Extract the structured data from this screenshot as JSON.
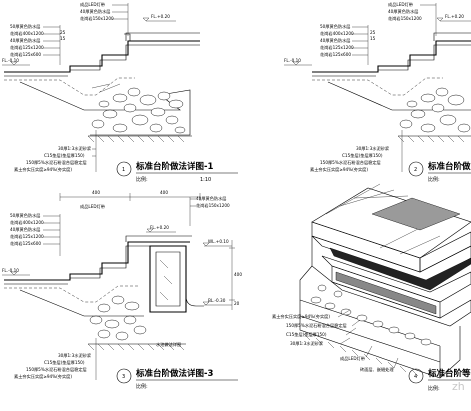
{
  "details": [
    {
      "id": "detail-1",
      "number": "1",
      "title": "标准台阶做法详图-1",
      "scale_label": "比例:",
      "scale_value": "1:10",
      "level_top": "FL.+0.20",
      "level_left": "FL.-0.10",
      "dims": [
        "25",
        "15"
      ],
      "notes_top": [
        "成品LED灯带",
        "40厚黄色防水层",
        "花岗岩150x1200",
        "50厚黄色防水层",
        "花岗岩400x1200",
        "40厚黄色防水层",
        "花岗岩125x1200",
        "花岗岩125x600"
      ],
      "notes_bottom": [
        "30厚1:3水泥砂浆",
        "C15垫层(垫层厚150)",
        "150厚5%水泥石粉混合层稳定层",
        "素土夯实压实度≥94%(夯实度)"
      ]
    },
    {
      "id": "detail-2",
      "number": "2",
      "title": "标准台阶做",
      "scale_label": "比例:",
      "level_top": "FL.+0.20",
      "level_left": "FL.-0.10",
      "dims": [
        "25",
        "15"
      ],
      "notes_top": [
        "成品LED灯带",
        "40厚黄色防水层",
        "花岗岩150x1200",
        "50厚黄色防水层",
        "花岗岩400x1200",
        "40厚黄色防水层",
        "花岗岩125x1200",
        "花岗岩125x600"
      ],
      "notes_bottom": [
        "30厚1:3水泥砂浆",
        "C15垫层(垫层厚150)",
        "150厚5%水泥石粉混合层稳定层",
        "素土夯实压实度≥94%(夯实度)"
      ]
    },
    {
      "id": "detail-3",
      "number": "3",
      "title": "标准台阶做法详图-3",
      "scale_label": "比例:",
      "level_top": "FL.+0.20",
      "level_left": "FL.-0.10",
      "level_right_top": "WL.+0.10",
      "level_right_bottom": "BL.-0.30",
      "dims_top": [
        "400",
        "400"
      ],
      "dims_right": [
        "400",
        "20"
      ],
      "notes_top": [
        "成品LED灯带",
        "40厚黄色防水层",
        "花岗岩150x1200",
        "50厚黄色防水层",
        "花岗岩400x1200",
        "40厚黄色防水层",
        "花岗岩125x1200",
        "花岗岩125x600"
      ],
      "notes_bottom": [
        "30厚1:3水泥砂浆",
        "C15垫层(垫层厚150)",
        "150厚5%水泥石粉混合层稳定层",
        "素土夯实压实度≥94%(夯实度)"
      ],
      "pool_label": "水池做法详图"
    },
    {
      "id": "detail-4",
      "number": "4",
      "title": "标准台阶等",
      "scale_label": "比例:",
      "notes_left": [
        "素土夯实压实度≥94%(夯实度)",
        "150厚5%水泥石粉混合层稳定层",
        "C15垫层(垫层厚150)",
        "30厚1:3水泥砂浆"
      ],
      "notes_bottom": [
        "成品LED灯带",
        "砖面层、嵌缝处理"
      ]
    }
  ],
  "watermark": "zh"
}
